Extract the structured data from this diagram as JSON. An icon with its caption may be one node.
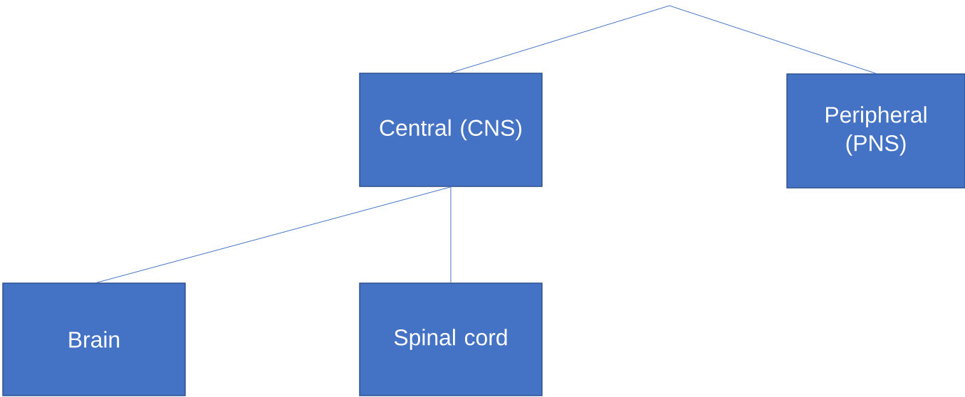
{
  "diagram": {
    "nodes": [
      {
        "text": [
          "Central (CNS)"
        ]
      },
      {
        "text": [
          "Peripheral (PNS)"
        ]
      },
      {
        "text": [
          "Brain"
        ]
      },
      {
        "text": [
          "Spinal cord"
        ]
      }
    ],
    "edges": [
      {
        "from": null,
        "to": 0,
        "arrow": "none"
      },
      {
        "from": null,
        "to": 1,
        "arrow": "none"
      },
      {
        "from": 0,
        "to": 2,
        "arrow": "none"
      },
      {
        "from": 0,
        "to": 3,
        "arrow": "none"
      }
    ]
  }
}
